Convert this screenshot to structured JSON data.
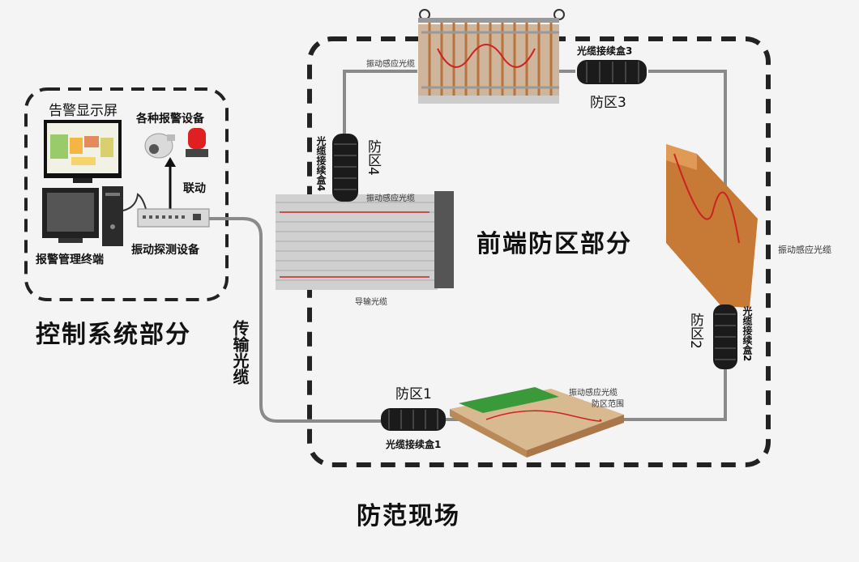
{
  "control": {
    "title": "控制系统部分",
    "alarm_screen_label": "告警显示屏",
    "alarm_devices_label": "各种报警设备",
    "linkage_label": "联动",
    "terminal_label": "报警管理终端",
    "detector_label": "振动探测设备"
  },
  "transmission": {
    "label": "传输光缆"
  },
  "field": {
    "title": "防范现场",
    "front_title": "前端防区部分"
  },
  "zones": [
    {
      "name": "防区1",
      "box": "光缆接续盒1"
    },
    {
      "name": "防区2",
      "box": "光缆接续盒2"
    },
    {
      "name": "防区3",
      "box": "光缆接续盒3"
    },
    {
      "name": "防区4",
      "box": "光缆接续盒4"
    }
  ],
  "sensor_labels": {
    "top": "振动感应光缆",
    "left_top": "振动感应光缆",
    "left_bottom": "导输光缆",
    "right": "振动感应光缆",
    "ground": "振动感应光缆",
    "ground_zone": "防区范围"
  },
  "colors": {
    "cable": "#8a8a8a",
    "dash": "#1a1a1a",
    "sensor": "#cc2222"
  }
}
